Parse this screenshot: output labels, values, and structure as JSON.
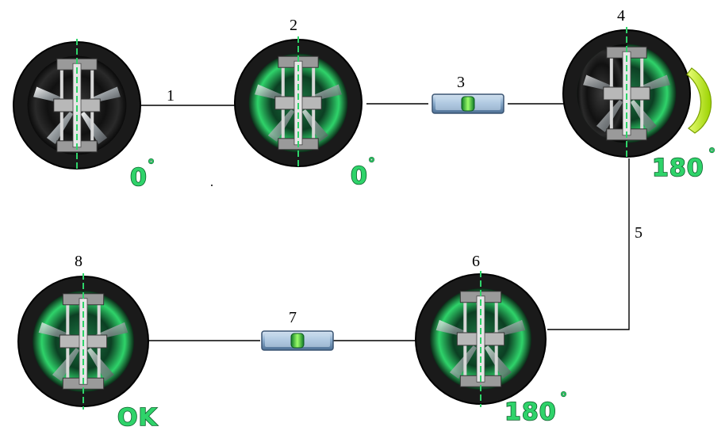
{
  "steps": [
    {
      "number": "1",
      "kind": "line"
    },
    {
      "number": "2",
      "kind": "wheel",
      "state": "green",
      "angle": "0"
    },
    {
      "number": "3",
      "kind": "level"
    },
    {
      "number": "4",
      "kind": "wheel",
      "state": "half-green",
      "angle": "180",
      "rotation_arrow": true
    },
    {
      "number": "5",
      "kind": "line"
    },
    {
      "number": "6",
      "kind": "wheel",
      "state": "green",
      "angle": "180"
    },
    {
      "number": "7",
      "kind": "level"
    },
    {
      "number": "8",
      "kind": "wheel",
      "state": "green",
      "status": "OK"
    }
  ],
  "start_wheel": {
    "state": "dark",
    "angle": "0"
  },
  "degree_symbol": "°",
  "colors": {
    "glow_green": "#2fd36a",
    "dark_green": "#0b5e2a",
    "tire": "#1c1c1c",
    "level_blue": "#7fa6c8",
    "arrow_yellow": "#c8f000"
  },
  "icons": [
    "wheel-icon",
    "clamp-icon",
    "level-bubble-icon",
    "rotation-arrow-icon"
  ]
}
